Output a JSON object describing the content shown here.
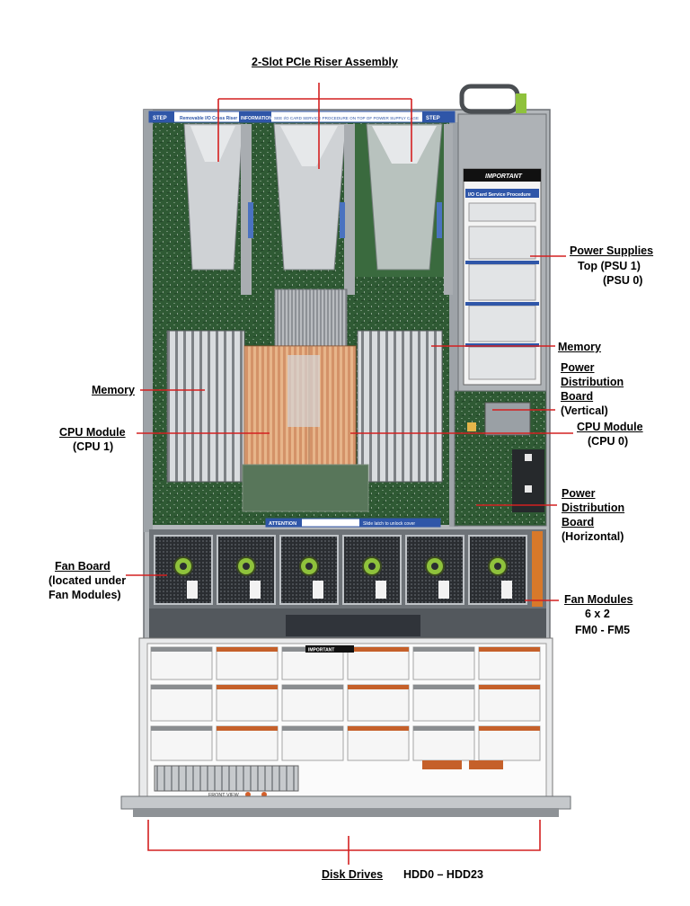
{
  "labels": {
    "riser_title": "2-Slot PCIe Riser Assembly",
    "psu_title": "Power Supplies",
    "psu_top": "Top (PSU 1)",
    "psu_bottom": "(PSU 0)",
    "memory_right": "Memory",
    "memory_left": "Memory",
    "pdb_vertical_line1": "Power",
    "pdb_vertical_line2": "Distribution",
    "pdb_vertical_line3": "Board",
    "pdb_vertical_line4": "(Vertical)",
    "cpu_left_title": "CPU Module",
    "cpu_left_sub": "(CPU 1)",
    "cpu_right_title": "CPU Module",
    "cpu_right_sub": "(CPU 0)",
    "pdb_horizontal_line1": "Power",
    "pdb_horizontal_line2": "Distribution",
    "pdb_horizontal_line3": "Board",
    "pdb_horizontal_line4": "(Horizontal)",
    "fan_board_title": "Fan Board",
    "fan_board_sub1": "(located under",
    "fan_board_sub2": "Fan Modules)",
    "fan_modules_title": "Fan Modules",
    "fan_modules_count": "6 x 2",
    "fan_modules_range": "FM0 - FM5",
    "disk_drives_title": "Disk Drives",
    "disk_drives_range": "HDD0 – HDD23"
  },
  "chassis_text": {
    "step_left": "STEP",
    "riser_tag": "Removable I/O Cross Riser",
    "information": "INFORMATION",
    "info_text": "SEE I/O CARD SERVICE PROCEDURE ON TOP OF POWER SUPPLY CAGE",
    "step_right": "STEP",
    "important": "IMPORTANT",
    "io_card_proc": "I/O Card Service Procedure",
    "attention": "ATTENTION",
    "slide_latch": "Slide latch to unlock cover",
    "front_view": "FRONT VIEW",
    "service_important": "IMPORTANT"
  },
  "colors": {
    "leader": "#d42020",
    "pcb": "#2f5a34",
    "chassis": "#c9cdd1",
    "heatsink": "#c8743e",
    "label_blue": "#2f56a8"
  }
}
